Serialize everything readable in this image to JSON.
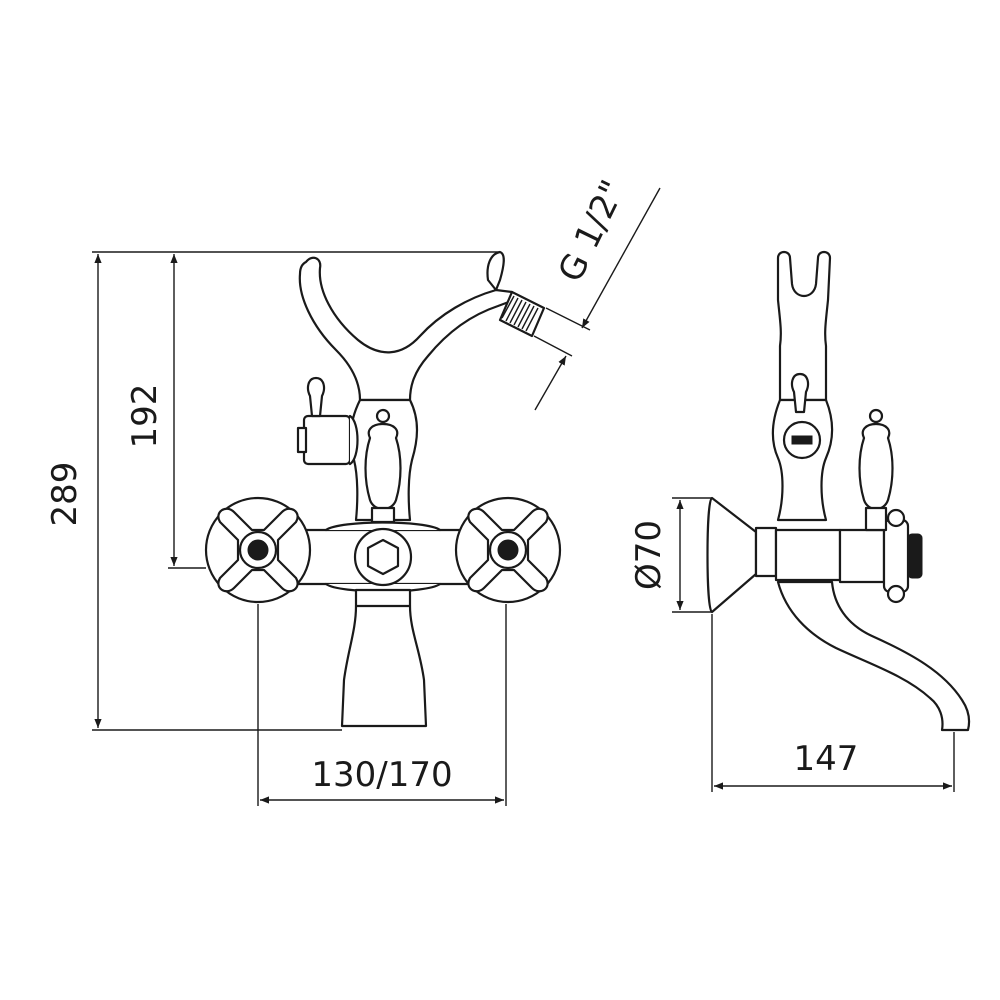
{
  "dimensions": {
    "overall_height": "289",
    "upper_height": "192",
    "center_distance": "130/170",
    "thread": "G 1/2\"",
    "rosette_diameter": "Ø70",
    "projection_depth": "147"
  }
}
